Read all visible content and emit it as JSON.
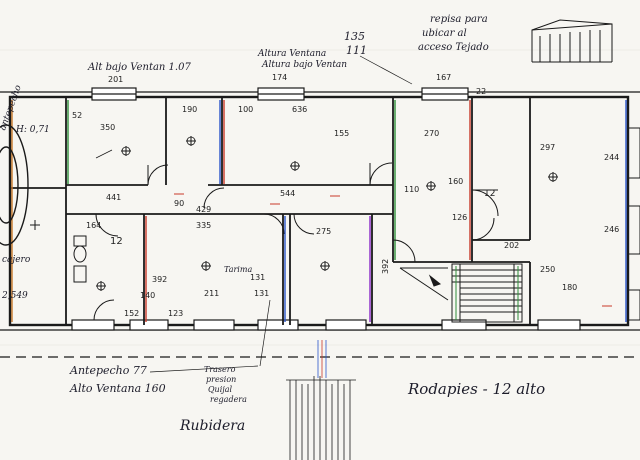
{
  "notes": {
    "top_left": "Alt bajo Ventan 1.07",
    "top_center_1": "Altura Ventana",
    "top_center_2": "Altura bajo Ventan",
    "top_center_num": "135",
    "top_center_num2": "111",
    "top_right_1": "repisa para",
    "top_right_2": "ubicar al",
    "top_right_3": "acceso Tejado",
    "left_1": "antepecho",
    "left_2": "H: 0,71",
    "left_3": "cajero",
    "left_4": "2,549",
    "bottom_1": "Antepecho 77",
    "bottom_2": "Alto Ventana 160",
    "bottom_3": "Rodapies - 12 alto",
    "bottom_4": "Rubidera",
    "bottom_stack": [
      "Trasero",
      "presion",
      "Quijal",
      "regadera"
    ],
    "center_stack": [
      "Tarima",
      "131"
    ]
  },
  "dims": {
    "d201a": "201",
    "d174": "174",
    "d167": "167",
    "d22": "22",
    "d350": "350",
    "d190": "190",
    "d636": "636",
    "d155": "155",
    "d270": "270",
    "d297": "297",
    "d544": "544",
    "d335": "335",
    "d275": "275",
    "d164": "164",
    "d392a": "392",
    "d392b": "392",
    "d211": "211",
    "d131": "131",
    "d1123": "123",
    "d152": "152",
    "d110": "110",
    "d160": "160",
    "d202": "202",
    "d250": "250",
    "d180": "180",
    "d246": "246",
    "d244": "244",
    "d12a": "12",
    "d12b": "12",
    "d52": "52",
    "d441": "441",
    "d429": "429",
    "d90": "90",
    "d100": "100",
    "d140": "140",
    "d126": "126"
  }
}
